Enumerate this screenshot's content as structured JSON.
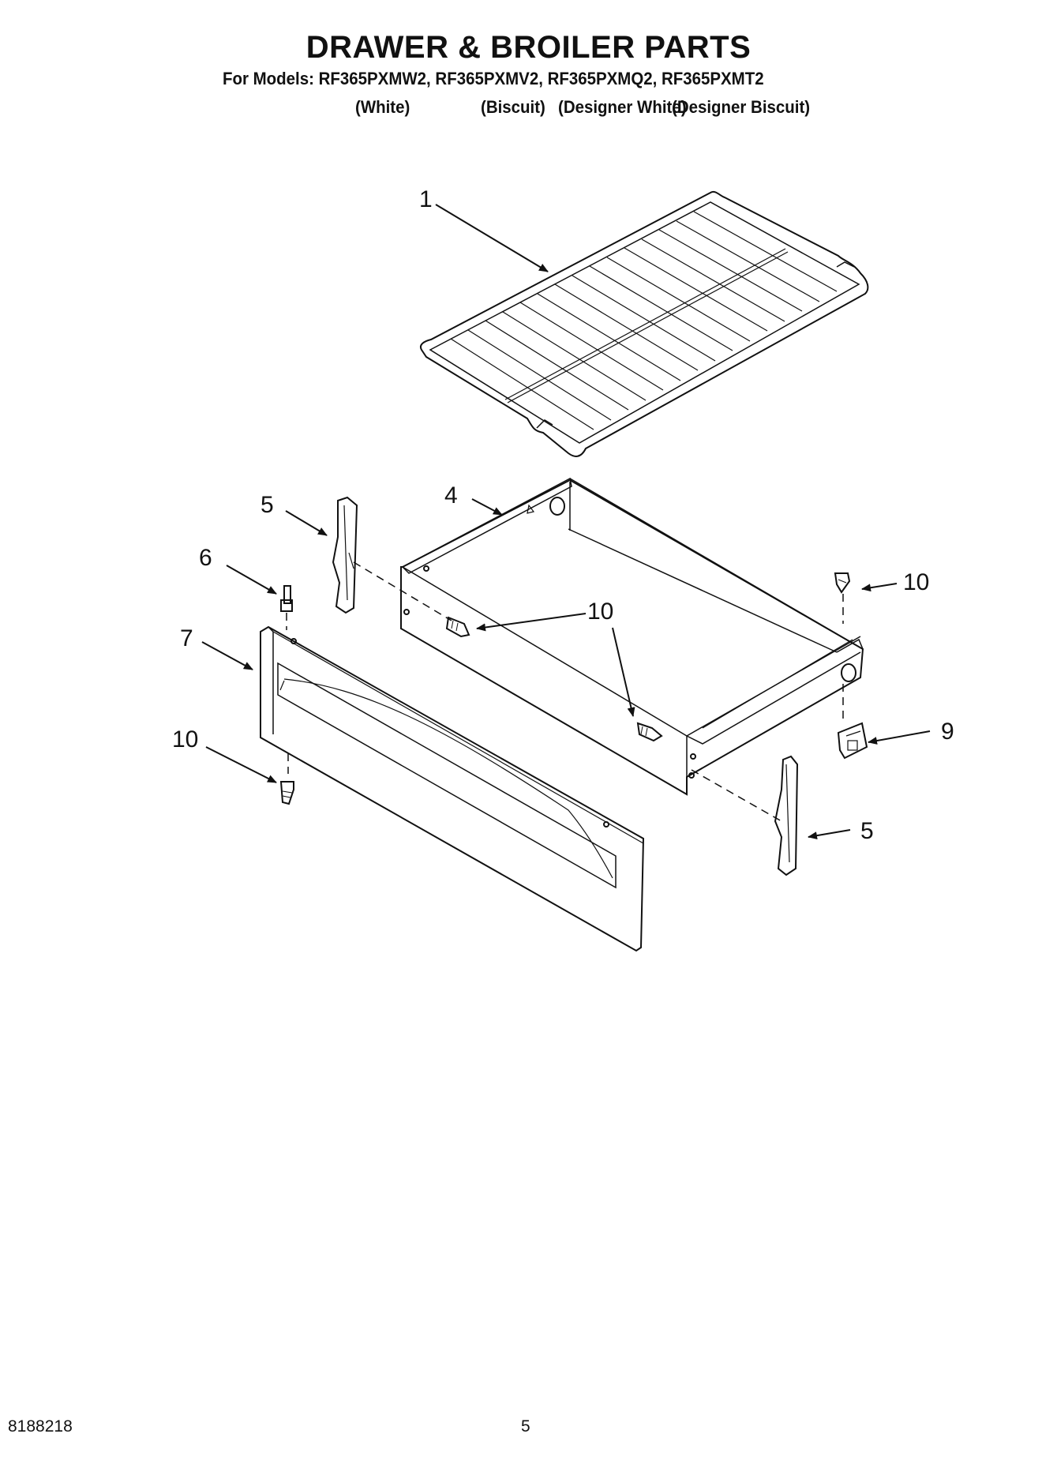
{
  "header": {
    "title": "DRAWER & BROILER PARTS",
    "models_line": "For Models: RF365PXMW2, RF365PXMV2, RF365PXMQ2, RF365PXMT2",
    "colors": [
      "(White)",
      "(Biscuit)",
      "(Designer White)",
      "(Designer Biscuit)"
    ]
  },
  "callouts": {
    "c1": "1",
    "c4": "4",
    "c5a": "5",
    "c5b": "5",
    "c6": "6",
    "c7": "7",
    "c9": "9",
    "c10a": "10",
    "c10b": "10",
    "c10c": "10"
  },
  "footer": {
    "doc_number": "8188218",
    "page_number": "5"
  }
}
